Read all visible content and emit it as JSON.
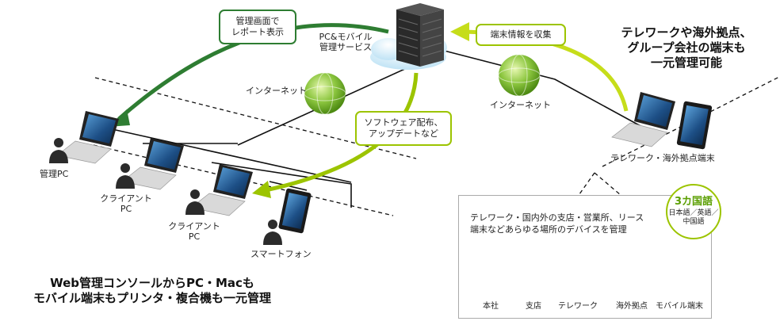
{
  "server": {
    "label_line1": "PC&モバイル",
    "label_line2": "管理サービス"
  },
  "callouts": {
    "report": [
      "管理画面で",
      "レポート表示"
    ],
    "collect": [
      "端末情報を収集"
    ],
    "software": [
      "ソフトウェア配布、",
      "アップデートなど"
    ]
  },
  "internet_left": "インターネット",
  "internet_right": "インターネット",
  "headline_right": [
    "テレワークや海外拠点、",
    "グループ会社の端末も",
    "一元管理可能"
  ],
  "devices": {
    "admin_pc": "管理PC",
    "client_pc_1": [
      "クライアント",
      "PC"
    ],
    "client_pc_2": [
      "クライアント",
      "PC"
    ],
    "smartphone": "スマートフォン",
    "remote": "テレワーク・海外拠点端末"
  },
  "headline_bottom": [
    "Web管理コンソールからPC・Macも",
    "モバイル端末もプリンタ・複合機も一元管理"
  ],
  "panel": {
    "text": [
      "テレワーク・国内外の支店・営業所、リース",
      "端末などあらゆる場所のデバイスを管理"
    ],
    "locations": [
      {
        "label": "本社",
        "icon": "building-icon"
      },
      {
        "label": "支店",
        "icon": "branch-building-icon"
      },
      {
        "label": "テレワーク",
        "icon": "house-icon"
      },
      {
        "label": "海外拠点",
        "icon": "globe-icon"
      },
      {
        "label": "モバイル端末",
        "icon": "smartphone-icon"
      }
    ]
  },
  "badge": {
    "title": "3カ国語",
    "sub_line1": "日本語／英語／",
    "sub_line2": "中国語"
  },
  "colors": {
    "dark_green": "#2e7d32",
    "lime": "#c6dd1a",
    "orb": "#8cc63f"
  }
}
